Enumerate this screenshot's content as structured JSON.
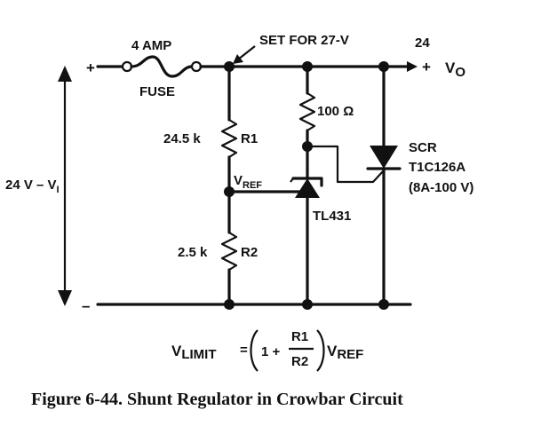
{
  "figure": {
    "caption": "Figure 6-44. Shunt Regulator in Crowbar Circuit"
  },
  "labels": {
    "plus_in": "+",
    "minus_in": "–",
    "fuse_rating": "4 AMP",
    "fuse_name": "FUSE",
    "set_note": "SET FOR 27-V",
    "vout_value": "24",
    "plus_out": "+",
    "vout_main": "V",
    "vout_sub": "O",
    "vin_main": "24 V – V",
    "vin_sub": "I",
    "r1_value": "24.5 k",
    "r1_name": "R1",
    "r2_value": "2.5 k",
    "r2_name": "R2",
    "r3_value": "100 Ω",
    "vref_main": "V",
    "vref_sub": "REF",
    "tl431": "TL431",
    "scr_name": "SCR",
    "scr_part": "T1C126A",
    "scr_rating": "(8A-100 V)"
  },
  "formula": {
    "lhs_main": "V",
    "lhs_sub": "LIMIT",
    "eq": "=",
    "one": "1 +",
    "num": "R1",
    "den": "R2",
    "rhs_main": "V",
    "rhs_sub": "REF"
  }
}
